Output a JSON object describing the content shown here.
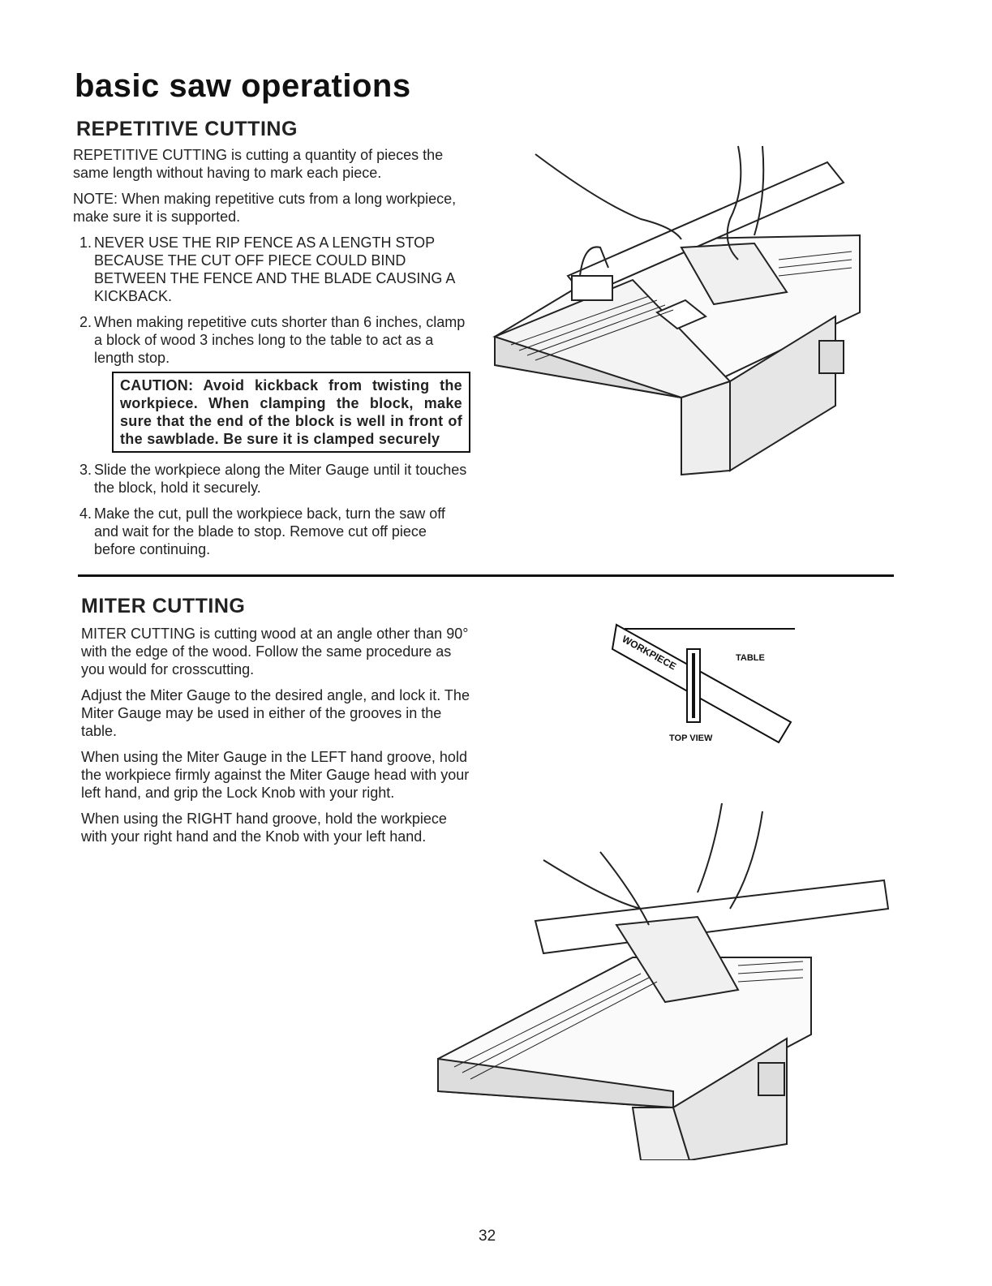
{
  "page": {
    "title": "basic saw operations",
    "page_number": "32"
  },
  "repetitive": {
    "heading": "REPETITIVE CUTTING",
    "intro": "REPETITIVE CUTTING is cutting a quantity of pieces the same length without having to mark each piece.",
    "note": "NOTE: When making repetitive cuts from a long workpiece, make sure it is supported.",
    "steps": [
      {
        "num": "1.",
        "text": "NEVER USE THE RIP FENCE AS A LENGTH STOP BECAUSE THE CUT OFF PIECE COULD BIND BETWEEN THE FENCE AND THE BLADE CAUSING A KICKBACK."
      },
      {
        "num": "2.",
        "text": "When making repetitive cuts shorter than 6 inches, clamp a block of wood 3 inches long to the table to act as a length stop."
      },
      {
        "num": "3.",
        "text": "Slide the workpiece along the Miter Gauge until it touches the block, hold it securely."
      },
      {
        "num": "4.",
        "text": "Make the cut, pull the workpiece back, turn the saw off and wait for the blade to stop. Remove cut off piece before continuing."
      }
    ],
    "caution": "CAUTION: Avoid kickback from twisting the workpiece. When clamping the block, make sure that the end of the block is well in front of the sawblade. Be sure it is clamped securely"
  },
  "miter": {
    "heading": "MITER CUTTING",
    "paragraphs": [
      "MITER CUTTING is cutting wood at an angle other than 90° with the edge of the wood. Follow the same procedure as you would for crosscutting.",
      "Adjust the Miter Gauge to the desired angle, and lock it. The Miter Gauge may be used in either of the grooves in the table.",
      "When using the Miter Gauge in the LEFT hand groove, hold the workpiece firmly against the Miter Gauge head with your left hand, and grip the Lock Knob with your right.",
      "When using the RIGHT hand groove, hold the workpiece with your right hand and the Knob with your left hand."
    ]
  },
  "top_view_diagram": {
    "workpiece_label": "WORKPIECE",
    "table_label": "TABLE",
    "view_label": "TOP VIEW"
  }
}
